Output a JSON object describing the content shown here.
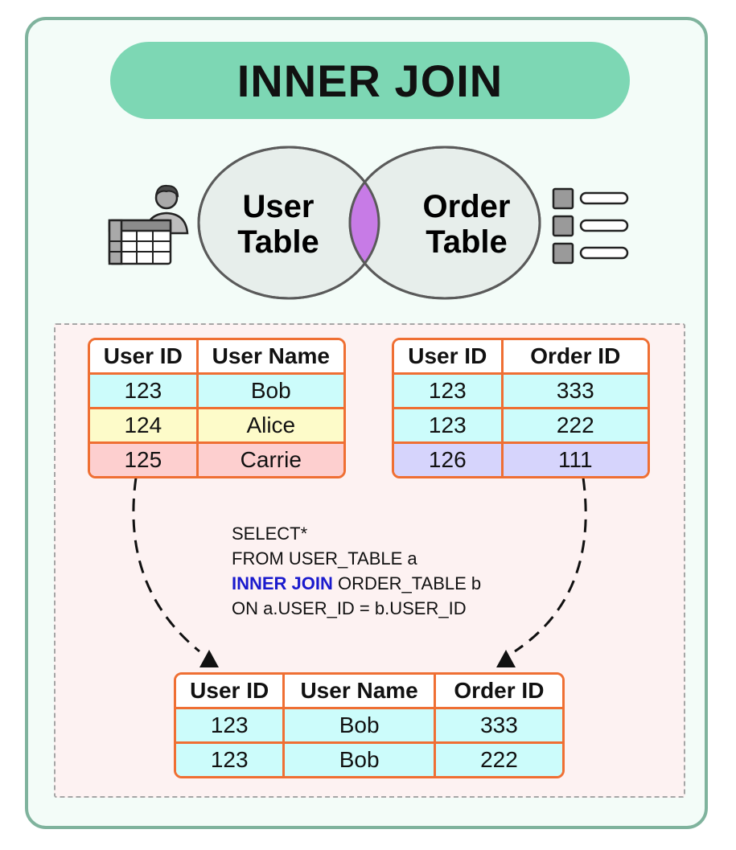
{
  "title": "INNER JOIN",
  "venn": {
    "left_line1": "User",
    "left_line2": "Table",
    "right_line1": "Order",
    "right_line2": "Table",
    "intersection_color": "#c77be6"
  },
  "user_table": {
    "headers": [
      "User ID",
      "User Name"
    ],
    "rows": [
      [
        "123",
        "Bob"
      ],
      [
        "124",
        "Alice"
      ],
      [
        "125",
        "Carrie"
      ]
    ]
  },
  "order_table": {
    "headers": [
      "User ID",
      "Order ID"
    ],
    "rows": [
      [
        "123",
        "333"
      ],
      [
        "123",
        "222"
      ],
      [
        "126",
        "111"
      ]
    ]
  },
  "sql": {
    "line1": "SELECT*",
    "line2": "FROM USER_TABLE a",
    "line3_keyword": "INNER JOIN",
    "line3_rest": " ORDER_TABLE b",
    "line4": "ON a.USER_ID = b.USER_ID"
  },
  "result_table": {
    "headers": [
      "User ID",
      "User Name",
      "Order ID"
    ],
    "rows": [
      [
        "123",
        "Bob",
        "333"
      ],
      [
        "123",
        "Bob",
        "222"
      ]
    ]
  },
  "colors": {
    "accent": "#7dd7b4",
    "border": "#ef6f33",
    "cyan": "#ccfcfb",
    "yellow": "#fdfbc9",
    "red": "#fdcfcf",
    "purple": "#d6d4fc",
    "keyword": "#1a1acd"
  },
  "icons": [
    "user-table-icon",
    "order-list-icon"
  ]
}
